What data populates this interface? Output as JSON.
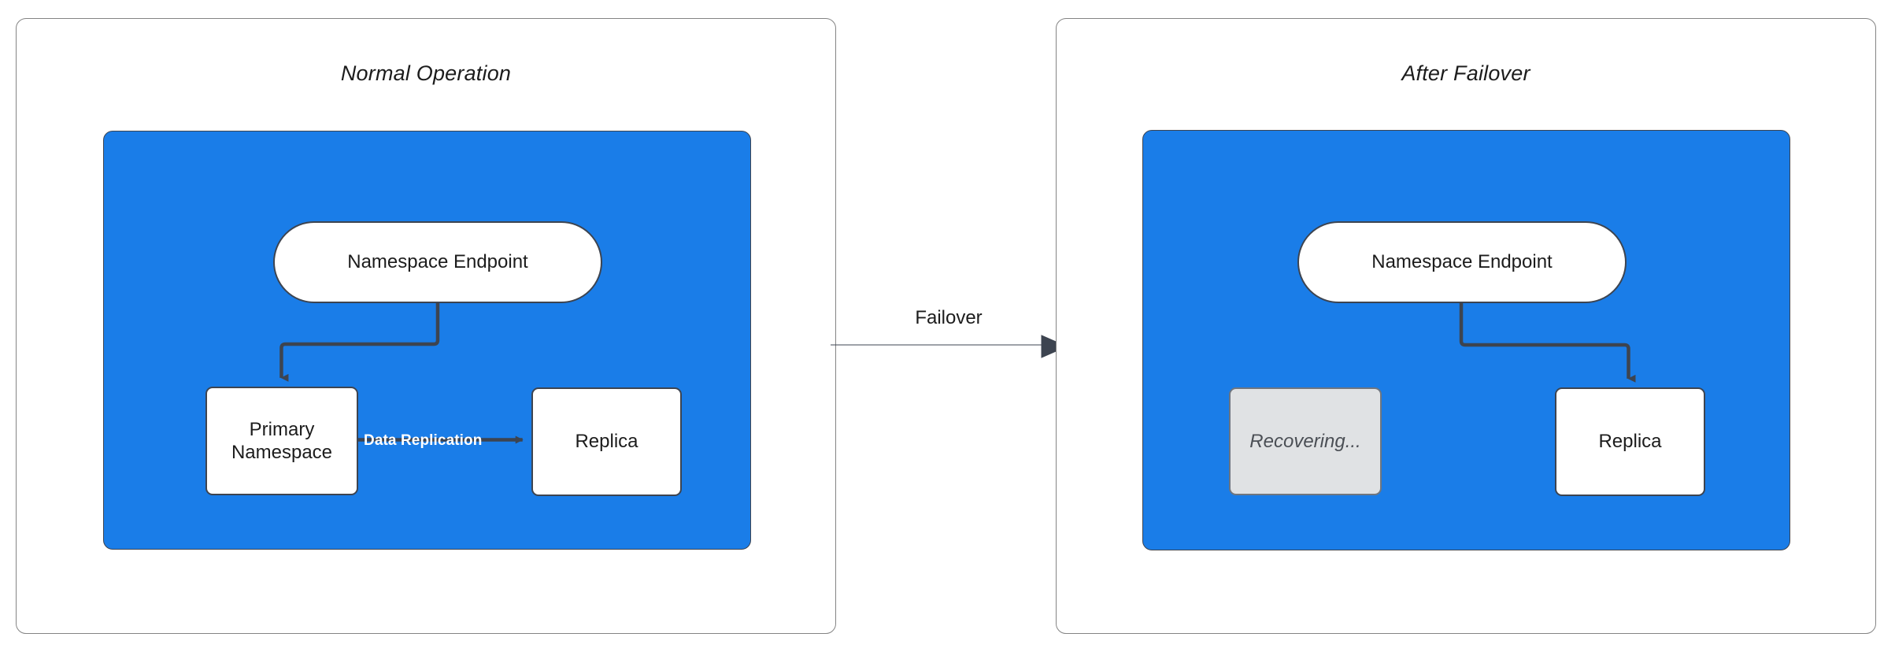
{
  "diagram": {
    "title_hidden": "",
    "background": "#ffffff",
    "accent_blue": "#1a7de8",
    "stroke_dark": "#3d4450",
    "muted_fill": "#e0e2e4"
  },
  "panels": [
    {
      "id": "normal-operation",
      "title": "Normal Operation",
      "nodes": [
        {
          "id": "endpoint",
          "label": "Namespace Endpoint",
          "shape": "stadium",
          "state": "active"
        },
        {
          "id": "primary",
          "label": "Primary\nNamespace",
          "line1": "Primary",
          "line2": "Namespace",
          "shape": "rounded",
          "state": "active"
        },
        {
          "id": "replica",
          "label": "Replica",
          "shape": "rounded",
          "state": "active"
        }
      ],
      "edges": [
        {
          "id": "endpoint-to-primary",
          "from": "endpoint",
          "to": "primary",
          "label": "",
          "style": "elbow-arrow"
        },
        {
          "id": "primary-to-replica",
          "from": "primary",
          "to": "replica",
          "label": "Data Replication",
          "style": "straight-arrow"
        }
      ]
    },
    {
      "id": "after-failover",
      "title": "After Failover",
      "nodes": [
        {
          "id": "endpoint",
          "label": "Namespace Endpoint",
          "shape": "stadium",
          "state": "active"
        },
        {
          "id": "recovering",
          "label": "Recovering...",
          "shape": "rounded",
          "state": "muted"
        },
        {
          "id": "replica",
          "label": "Replica",
          "shape": "rounded",
          "state": "active"
        }
      ],
      "edges": [
        {
          "id": "endpoint-to-replica",
          "from": "endpoint",
          "to": "replica",
          "label": "",
          "style": "elbow-arrow"
        }
      ]
    }
  ],
  "transition": {
    "label": "Failover",
    "direction": "left-to-right",
    "color": "#3d4450"
  }
}
